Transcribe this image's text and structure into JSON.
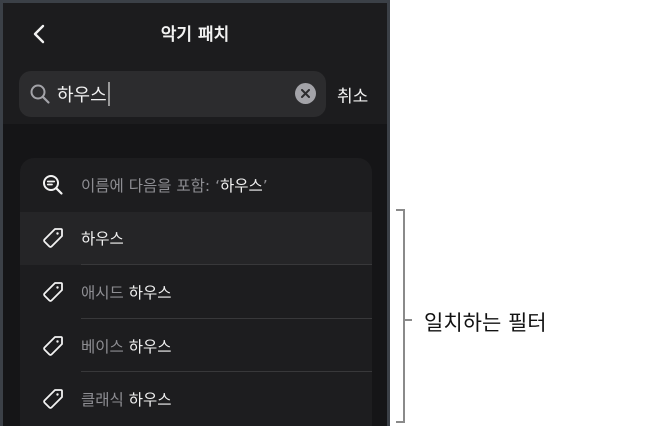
{
  "header": {
    "title": "악기 패치",
    "back_icon": "chevron-left-icon"
  },
  "search": {
    "value": "하우스",
    "icon": "magnifying-glass-icon",
    "clear_icon": "x-circle-icon",
    "cancel_label": "취소"
  },
  "results": {
    "query_row": {
      "icon": "text-magnifying-glass-icon",
      "prefix": "이름에 다음을 포함: ‘",
      "term": "하우스",
      "suffix": "’"
    },
    "items": [
      {
        "icon": "tag-icon",
        "prefix": "",
        "match": "하우스",
        "selected": true
      },
      {
        "icon": "tag-icon",
        "prefix": "애시드 ",
        "match": "하우스",
        "selected": false
      },
      {
        "icon": "tag-icon",
        "prefix": "베이스 ",
        "match": "하우스",
        "selected": false
      },
      {
        "icon": "tag-icon",
        "prefix": "클래식 ",
        "match": "하우스",
        "selected": false
      }
    ]
  },
  "annotation": {
    "label": "일치하는 필터"
  },
  "colors": {
    "panel_bg": "#1c1c1e",
    "list_bg": "#151517",
    "card_bg": "#1d1d1f",
    "selected_row_bg": "#252527",
    "text_primary": "#f2f2f2",
    "text_secondary": "#8e8e93",
    "frame_border": "#3b4047"
  }
}
